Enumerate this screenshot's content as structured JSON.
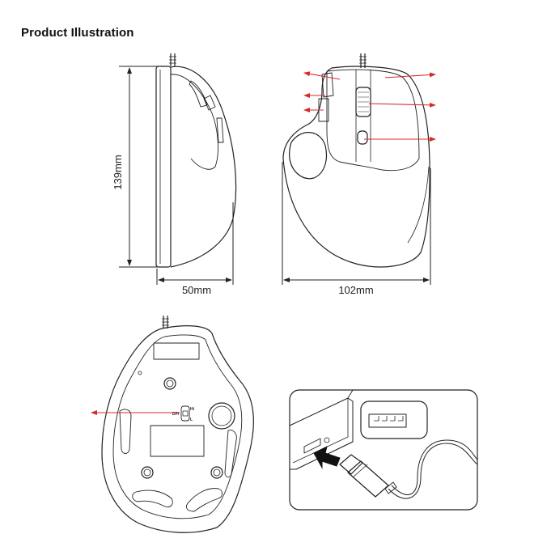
{
  "title": "Product Illustration",
  "dimensions": {
    "height": "139mm",
    "depth": "50mm",
    "width": "102mm"
  },
  "bottom_labels": {
    "dpi": "DPI",
    "hi": "Hi",
    "lo": "L"
  },
  "colors": {
    "line": "#222222",
    "callout": "#d42a2a",
    "usb_arrow": "#111111"
  }
}
